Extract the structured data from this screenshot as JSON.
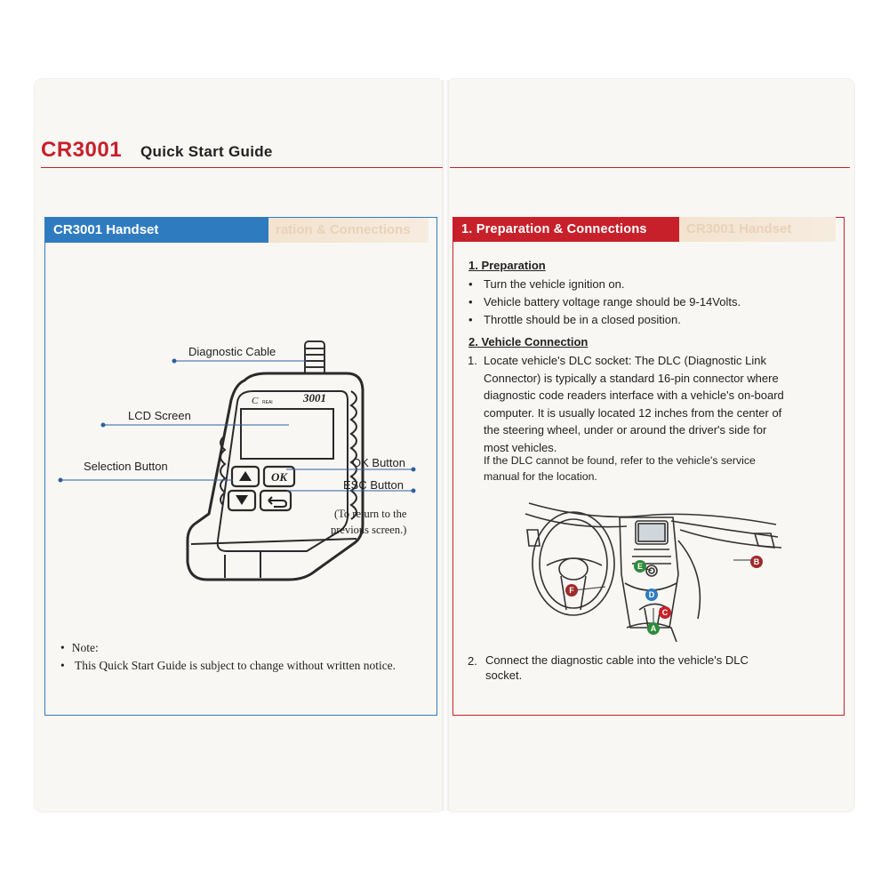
{
  "header": {
    "brand": "CR3001",
    "subtitle": "Quick Start Guide"
  },
  "left_panel": {
    "tab_title": "CR3001 Handset",
    "ghost_tab_text": "ration & Connections",
    "device": {
      "model_label": "3001",
      "ok_key": "OK",
      "up_key_icon": "triangle-up-icon",
      "down_key_icon": "triangle-down-icon",
      "esc_key_icon": "return-arrow-icon"
    },
    "labels": {
      "diagnostic_cable": "Diagnostic Cable",
      "lcd_screen": "LCD Screen",
      "selection_button": "Selection Button",
      "ok_button": "OK Button",
      "esc_button": "ESC Button",
      "esc_note_1": "(To return to the",
      "esc_note_2": "previous screen.)"
    },
    "note": {
      "title": "Note:",
      "text": "This Quick Start Guide is subject to change without written notice."
    }
  },
  "right_panel": {
    "tab_title": "1. Preparation & Connections",
    "ghost_tab_text": "CR3001 Handset",
    "preparation": {
      "heading": "1. Preparation",
      "bullets": [
        "Turn the vehicle ignition on.",
        "Vehicle battery voltage range should be 9-14Volts.",
        "Throttle should be in a closed position."
      ]
    },
    "vehicle_connection": {
      "heading": "2. Vehicle Connection",
      "step1_number": "1.",
      "step1_lines": [
        "Locate vehicle's DLC socket: The DLC (Diagnostic Link",
        "Connector) is typically a standard 16-pin connector where",
        "diagnostic code readers interface with a vehicle's on-board",
        "computer. It is usually located 12 inches from the center of",
        "the steering wheel, under or around the driver's side for",
        "most vehicles."
      ],
      "step1_note_lines": [
        "If the DLC cannot be found, refer to the vehicle's service",
        "manual for the location."
      ],
      "step2_number": "2.",
      "step2_lines": [
        "Connect the diagnostic cable into the vehicle's DLC",
        "socket."
      ]
    },
    "dashboard_callouts": [
      {
        "letter": "A",
        "color": "#2e8b3a"
      },
      {
        "letter": "B",
        "color": "#9e2a2a"
      },
      {
        "letter": "C",
        "color": "#c8202a"
      },
      {
        "letter": "D",
        "color": "#2f7bc0"
      },
      {
        "letter": "E",
        "color": "#2e8b3a"
      },
      {
        "letter": "F",
        "color": "#9e2a2a"
      }
    ]
  },
  "colors": {
    "accent_red": "#c8202a",
    "accent_blue": "#2f7bc0"
  }
}
